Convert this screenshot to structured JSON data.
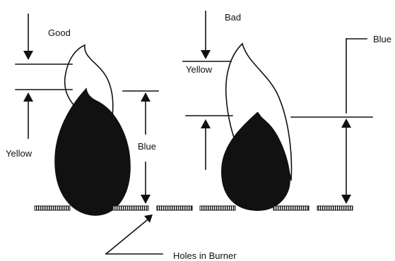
{
  "labels": {
    "good": "Good",
    "bad": "Bad",
    "yellow_good": "Yellow",
    "yellow_bad": "Yellow",
    "blue_good": "Blue",
    "blue_bad": "Blue",
    "holes": "Holes in Burner"
  },
  "colors": {
    "ink": "#111111",
    "background": "#ffffff"
  }
}
